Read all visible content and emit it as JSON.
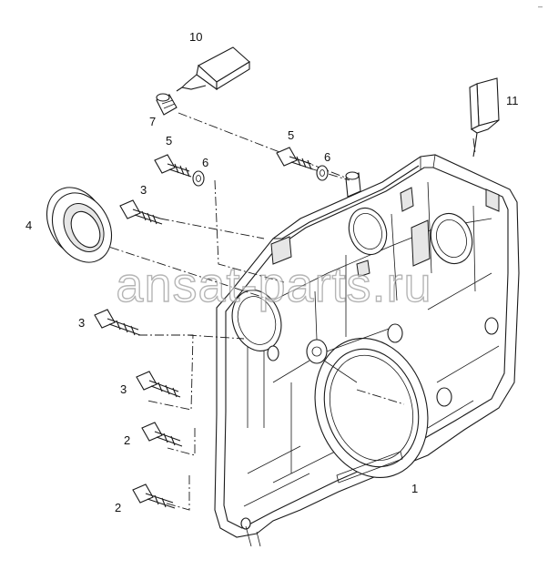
{
  "callouts": [
    {
      "id": "label-10",
      "text": "10"
    },
    {
      "id": "label-11",
      "text": "11"
    },
    {
      "id": "label-7",
      "text": "7"
    },
    {
      "id": "label-5a",
      "text": "5"
    },
    {
      "id": "label-6a",
      "text": "6"
    },
    {
      "id": "label-5b",
      "text": "5"
    },
    {
      "id": "label-6b",
      "text": "6"
    },
    {
      "id": "label-3a",
      "text": "3"
    },
    {
      "id": "label-4",
      "text": "4"
    },
    {
      "id": "label-3b",
      "text": "3"
    },
    {
      "id": "label-3c",
      "text": "3"
    },
    {
      "id": "label-2a",
      "text": "2"
    },
    {
      "id": "label-2b",
      "text": "2"
    },
    {
      "id": "label-1",
      "text": "1"
    }
  ],
  "corner_mark": "–",
  "watermark": "ansat-parts.ru"
}
